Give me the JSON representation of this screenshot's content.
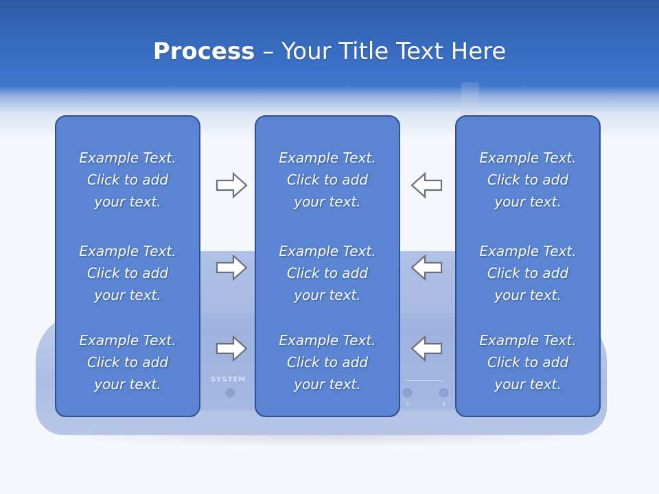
{
  "slide": {
    "title_bold": "Process",
    "title_rest": " – Your Title Text Here"
  },
  "panels": [
    {
      "items": [
        "Example Text.\nClick  to add\nyour text.",
        "Example Text.\nClick  to add\nyour text.",
        "Example Text.\nClick  to add\nyour text."
      ]
    },
    {
      "items": [
        "Example Text.\nClick  to add\nyour text.",
        "Example Text.\nClick  to add\nyour text.",
        "Example Text.\nClick  to add\nyour text."
      ]
    },
    {
      "items": [
        "Example Text.\nClick  to add\nyour text.",
        "Example Text.\nClick  to add\nyour text.",
        "Example Text.\nClick  to add\nyour text."
      ]
    }
  ],
  "background_device": {
    "label": "SYSTEM",
    "port_labels": [
      "3",
      "4"
    ]
  },
  "arrows": {
    "left_column": "right-arrow-icon",
    "right_column": "left-arrow-icon"
  },
  "colors": {
    "banner": "#3466b6",
    "panel_fill": "#5b85d2",
    "panel_border": "#2f4f8f",
    "arrow_fill": "#ffffff",
    "arrow_stroke": "#6b6f78"
  }
}
